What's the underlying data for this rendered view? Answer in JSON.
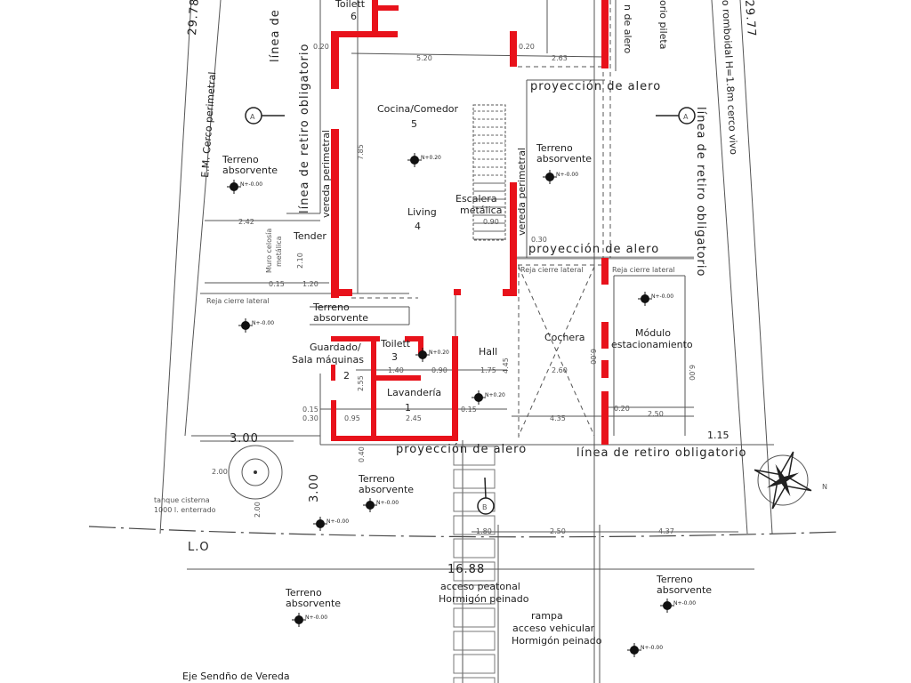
{
  "plan": {
    "rooms": {
      "toilette_top": "Toilett",
      "toilette_top_num": "6",
      "cocina": "Cocina/Comedor",
      "cocina_num": "5",
      "living": "Living",
      "living_num": "4",
      "escalera": "Escalera",
      "escalera2": "metálica",
      "tender": "Tender",
      "guardado": "Guardado/",
      "guardado2": "Sala máquinas",
      "guardado_num": "2",
      "toilette": "Toilett",
      "toilette_num": "3",
      "lavanderia": "Lavandería",
      "lavanderia_num": "1",
      "hall": "Hall",
      "cochera": "Cochera",
      "modulo": "Módulo",
      "modulo2": "estacionamiento"
    },
    "labels": {
      "terreno": "Terreno",
      "absorvente": "absorvente",
      "proyeccion": "proyección de alero",
      "linea_retiro": "línea de retiro obligatorio",
      "linea_de": "línea de",
      "vereda": "vereda perimetral",
      "cerco_perimetral": "E.M. Cerco perimetral",
      "cerco_vivo": "o romboidal H=1.8m  cerco vivo",
      "pileta": "orio pileta",
      "de_alero": "n de alero",
      "muro": "Muro celosía",
      "muro2": "metálica",
      "reja": "Reja cierre lateral",
      "tanque": "tanque cisterna",
      "tanque2": "1000 l. enterrado",
      "lo": "L.O",
      "peatonal": "acceso peatonal",
      "hormigon": "Hormigón peinado",
      "rampa": "rampa",
      "vehicular": "acceso vehicular",
      "eje": "Eje Sendño de Vereda",
      "level": "N+-0.00",
      "level_int": "N+0.20",
      "section_a": "A",
      "section_b": "B",
      "north": "N"
    },
    "dims": {
      "d2978": "29.78",
      "d2977": "29.77",
      "d520": "5.20",
      "d263": "2.63",
      "d785": "7.85",
      "d242": "2.42",
      "d210": "2.10",
      "d120": "1.20",
      "d015": "0.15",
      "d020": "0.20",
      "d030": "0.30",
      "d090": "0.90",
      "d140": "1.40",
      "d175": "1.75",
      "d095": "0.95",
      "d245": "2.45",
      "d435": "4.35",
      "d260": "2.60",
      "d250": "2.50",
      "d115": "1.15",
      "d300": "3.00",
      "d200": "2.00",
      "d180": "1.80",
      "d437": "4.37",
      "d1688": "16.88",
      "d600": "6.00",
      "d040": "0.40",
      "d255": "2.55",
      "d445": "4.45"
    }
  }
}
